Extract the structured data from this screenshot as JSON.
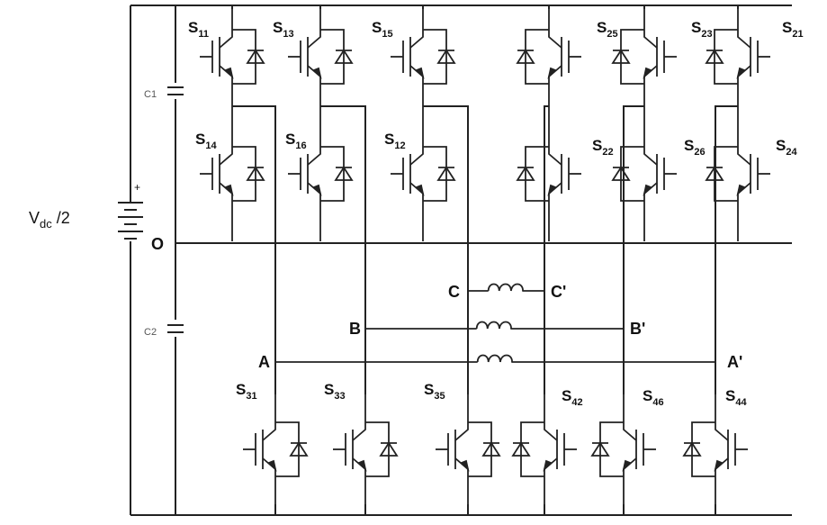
{
  "source_label": {
    "main": "V",
    "sub": "dc",
    "suffix": " /2"
  },
  "capacitors": [
    "C1",
    "C2"
  ],
  "neutral_label": "O",
  "switch_labels": [
    {
      "main": "S",
      "sub": "11"
    },
    {
      "main": "S",
      "sub": "13"
    },
    {
      "main": "S",
      "sub": "15"
    },
    {
      "main": "S",
      "sub": "25"
    },
    {
      "main": "S",
      "sub": "23"
    },
    {
      "main": "S",
      "sub": "21"
    },
    {
      "main": "S",
      "sub": "14"
    },
    {
      "main": "S",
      "sub": "16"
    },
    {
      "main": "S",
      "sub": "12"
    },
    {
      "main": "S",
      "sub": "22"
    },
    {
      "main": "S",
      "sub": "26"
    },
    {
      "main": "S",
      "sub": "24"
    },
    {
      "main": "S",
      "sub": "31"
    },
    {
      "main": "S",
      "sub": "33"
    },
    {
      "main": "S",
      "sub": "35"
    },
    {
      "main": "S",
      "sub": "42"
    },
    {
      "main": "S",
      "sub": "46"
    },
    {
      "main": "S",
      "sub": "44"
    }
  ],
  "phase_nodes": [
    "C",
    "C'",
    "B",
    "B'",
    "A",
    "A'"
  ],
  "polarity": "+"
}
